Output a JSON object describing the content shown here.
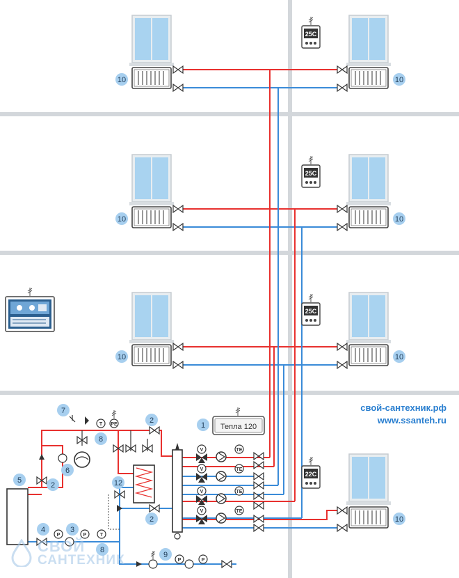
{
  "labels": {
    "radiator": "10",
    "boiler": "5",
    "fill_valve": "2",
    "expansion": "6",
    "relief": "7",
    "pressure_gauge": "8",
    "buffer_tank": "12",
    "heat_meter_1": "1",
    "bypass_valve": "2",
    "filter_valve": "4",
    "pump_return": "3",
    "return_gauge": "8",
    "top_valve": "2",
    "make_up": "9"
  },
  "thermostats": {
    "floor_3": "25C",
    "floor_2": "25C",
    "floor_1": "25C",
    "ground": "22C"
  },
  "heat_meter_text": "Тепла 120",
  "instrument_letters": {
    "pressure": "P",
    "temperature": "T",
    "pressure_temp": "PE",
    "thermo": "TE",
    "valve": "V"
  },
  "website": {
    "line1": "свой-сантехник.рф",
    "line2": "www.ssanteh.ru"
  },
  "watermark": {
    "line1": "СВОЙ",
    "line2": "САНТЕХНИК"
  },
  "colors": {
    "supply": "#e8312f",
    "return": "#3a8bd8",
    "floor": "#9aa3ab",
    "wall": "#cfd4d8",
    "window": "#a9d3f0",
    "badge": "#a7cfef",
    "accent": "#2a7fd0"
  },
  "icons": [
    "antenna-icon",
    "valve-icon",
    "pump-icon",
    "gauge-icon",
    "radiator-icon",
    "window-icon",
    "thermostat-icon",
    "control-panel-icon"
  ]
}
